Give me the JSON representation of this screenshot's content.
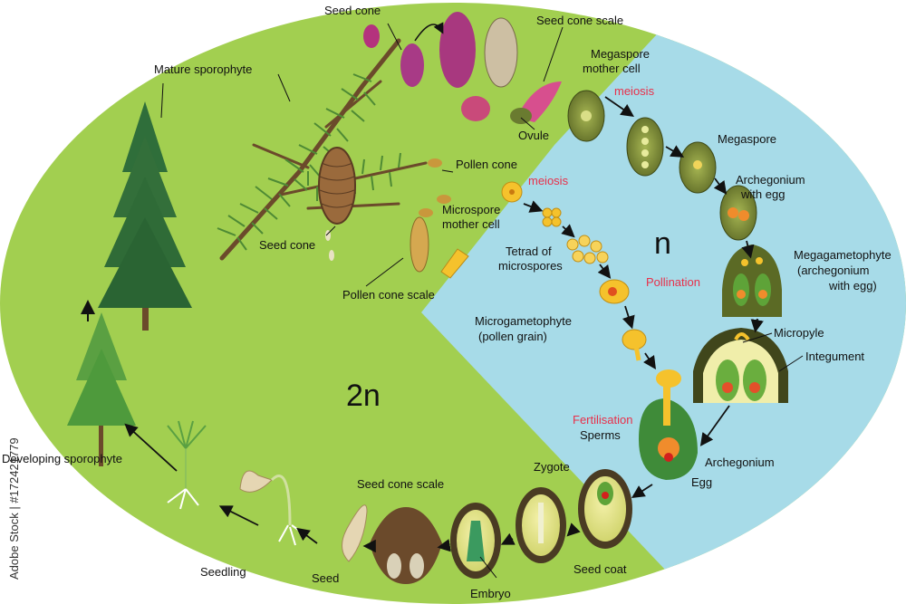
{
  "zones": {
    "diploid": "2n",
    "haploid": "n"
  },
  "labels": {
    "seed_cone_top": "Seed cone",
    "seed_cone_scale_top": "Seed cone scale",
    "mature_sporophyte": "Mature sporophyte",
    "ovule": "Ovule",
    "megaspore_mother_cell": [
      "Megaspore",
      "mother cell"
    ],
    "meiosis_top": "meiosis",
    "megaspore": "Megaspore",
    "archegonium_with_egg": [
      "Archegonium",
      "with egg"
    ],
    "pollen_cone": "Pollen cone",
    "meiosis_mid": "meiosis",
    "microspore_mother_cell": [
      "Microspore",
      "mother cell"
    ],
    "tetrad_of_microspores": [
      "Tetrad of",
      "microspores"
    ],
    "seed_cone_mid": "Seed cone",
    "pollen_cone_scale": "Pollen cone scale",
    "megagametophyte": [
      "Megagametophyte",
      "(archegonium",
      "with egg)"
    ],
    "pollination": "Pollination",
    "microgametophyte": [
      "Microgametophyte",
      "(pollen grain)"
    ],
    "micropyle": "Micropyle",
    "integument": "Integument",
    "fertilisation": "Fertilisation",
    "sperms": "Sperms",
    "archegonium": "Archegonium",
    "egg": "Egg",
    "zygote": "Zygote",
    "seed_cone_scale_bottom": "Seed cone scale",
    "seed_coat": "Seed coat",
    "developing_sporophyte": "Developing sporophyte",
    "seedling": "Seedling",
    "seed": "Seed",
    "embryo": "Embryo"
  },
  "watermark": "Adobe Stock | #172421779",
  "colors": {
    "diploid_bg": "#a2cf50",
    "haploid_bg": "#a7dbe8",
    "label_red": "#e8304a",
    "needle_green": "#4e8a34",
    "branch_brown": "#6b4a2b",
    "pollen_yellow": "#f5c22c",
    "seed_brown": "#5a3b22",
    "cell_olive": "#7d8c3a"
  }
}
